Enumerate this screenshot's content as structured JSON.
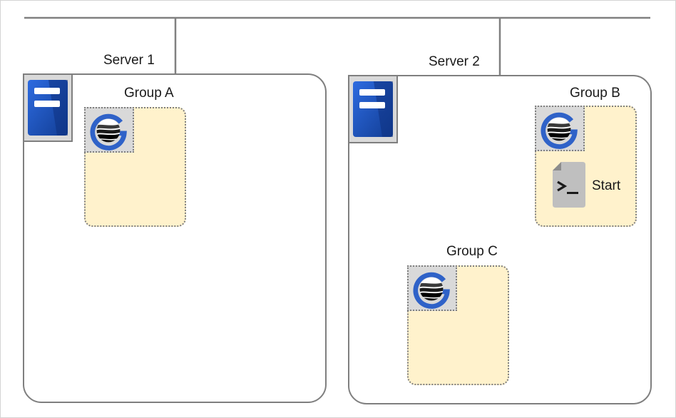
{
  "colors": {
    "server_icon_blue": "#1f4fb4",
    "group_fill": "#fff2cc",
    "outline": "#7f7f7f",
    "line": "#808080"
  },
  "servers": [
    {
      "label": "Server 1",
      "icon": "server-icon"
    },
    {
      "label": "Server 2",
      "icon": "server-icon"
    }
  ],
  "groups": [
    {
      "label": "Group A",
      "icon": "cluster-group-icon"
    },
    {
      "label": "Group B",
      "icon": "cluster-group-icon",
      "resources": [
        {
          "label": "Start",
          "icon": "script-icon"
        }
      ]
    },
    {
      "label": "Group C",
      "icon": "cluster-group-icon"
    }
  ]
}
